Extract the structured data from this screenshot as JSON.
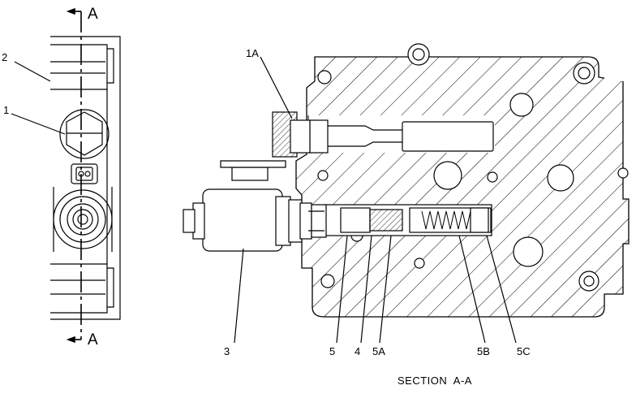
{
  "section_markers": {
    "top": "A",
    "bottom": "A"
  },
  "callouts": {
    "c2": "2",
    "c1": "1",
    "c1a": "1A",
    "c3": "3",
    "c5": "5",
    "c4": "4",
    "c5a": "5A",
    "c5b": "5B",
    "c5c": "5C"
  },
  "caption": "SECTION  A-A"
}
